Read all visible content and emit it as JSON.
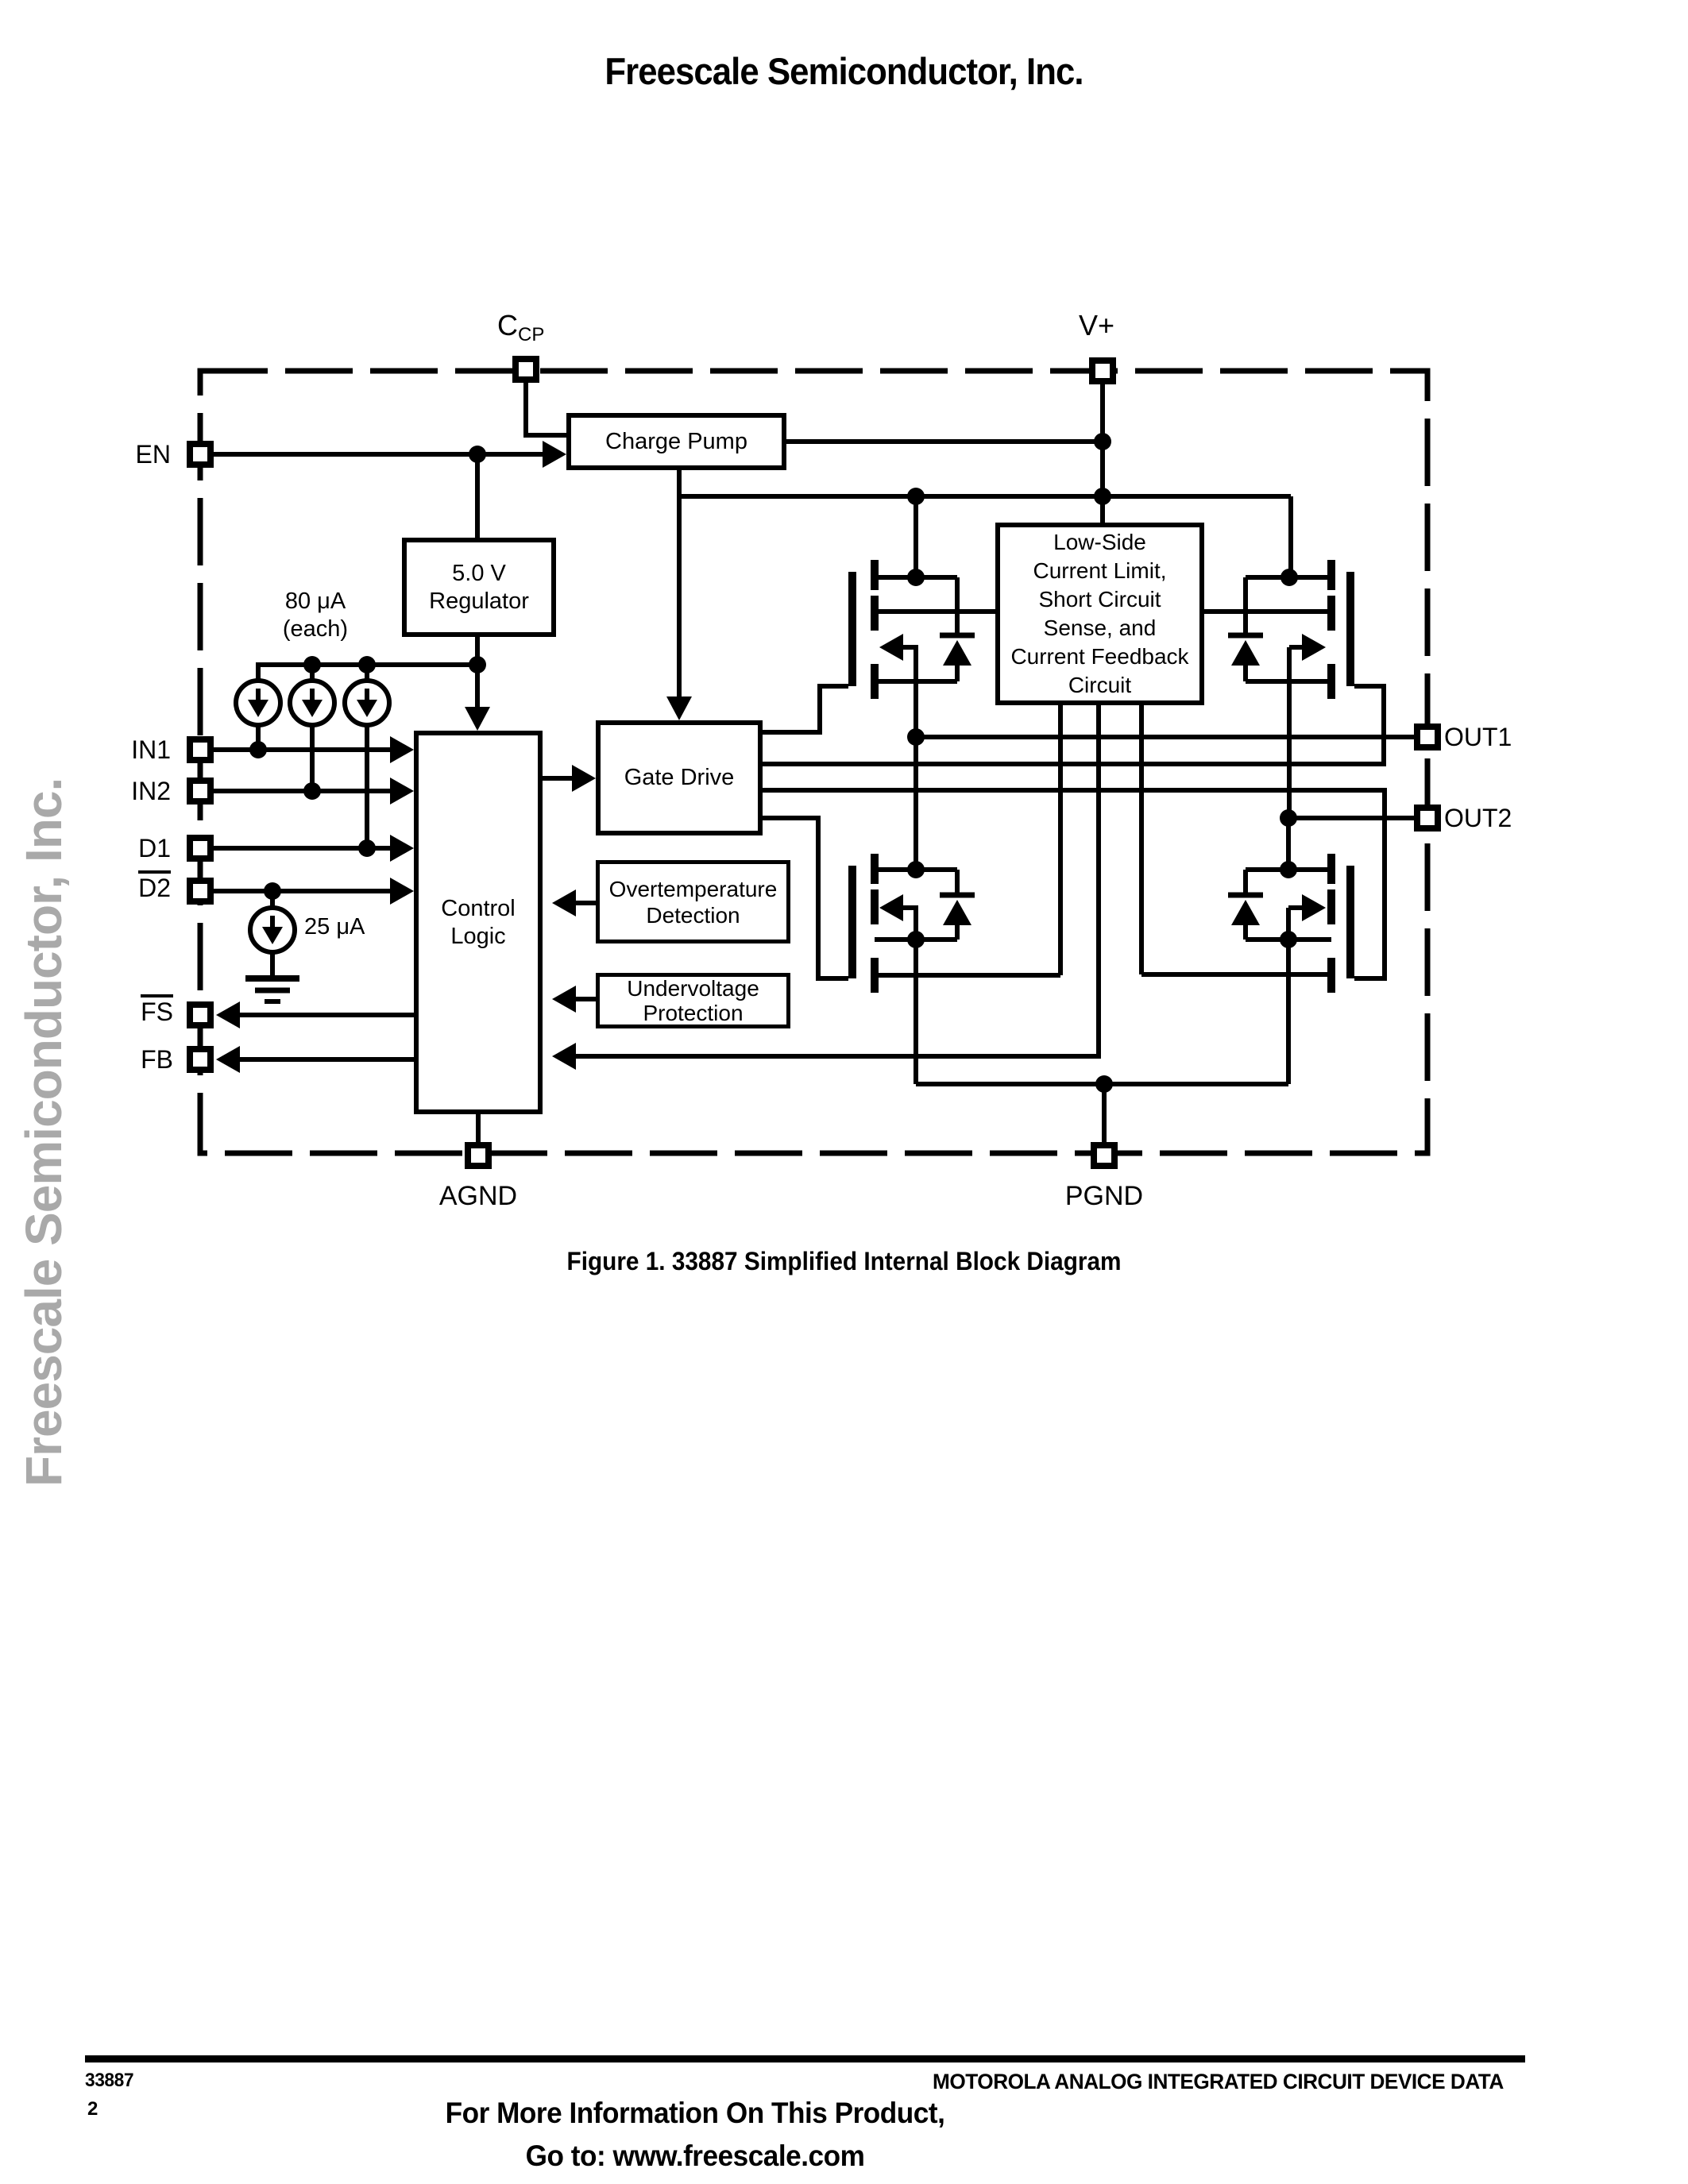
{
  "page": {
    "header_title": "Freescale Semiconductor, Inc.",
    "watermark": "Freescale Semiconductor, Inc.",
    "figure_caption": "Figure 1. 33887 Simplified Internal Block Diagram",
    "footer": {
      "part_number": "33887",
      "page_number": "2",
      "right_text": "MOTOROLA ANALOG INTEGRATED CIRCUIT DEVICE DATA",
      "info_line1": "For More Information On This Product,",
      "info_line2": "Go to: www.freescale.com"
    }
  },
  "diagram": {
    "pins": {
      "ccp_main": "C",
      "ccp_sub": "CP",
      "vplus": "V+",
      "en": "EN",
      "in1": "IN1",
      "in2": "IN2",
      "d1": "D1",
      "d2": "D2",
      "fs": "FS",
      "fb": "FB",
      "out1": "OUT1",
      "out2": "OUT2",
      "agnd": "AGND",
      "pgnd": "PGND"
    },
    "annotations": {
      "current_80": "80 μA",
      "current_80_each": "(each)",
      "current_25": "25 μA"
    },
    "blocks": {
      "charge_pump": "Charge Pump",
      "regulator_line1": "5.0 V",
      "regulator_line2": "Regulator",
      "gate_drive": "Gate Drive",
      "control_line1": "Control",
      "control_line2": "Logic",
      "overtemp_line1": "Overtemperature",
      "overtemp_line2": "Detection",
      "undervolt_line1": "Undervoltage",
      "undervolt_line2": "Protection",
      "lowside_lines": [
        "Low-Side",
        "Current Limit,",
        "Short Circuit",
        "Sense, and",
        "Current Feedback",
        "Circuit"
      ]
    },
    "colors": {
      "line": "#000000",
      "watermark": "#a9a9a9",
      "background": "#ffffff"
    }
  }
}
